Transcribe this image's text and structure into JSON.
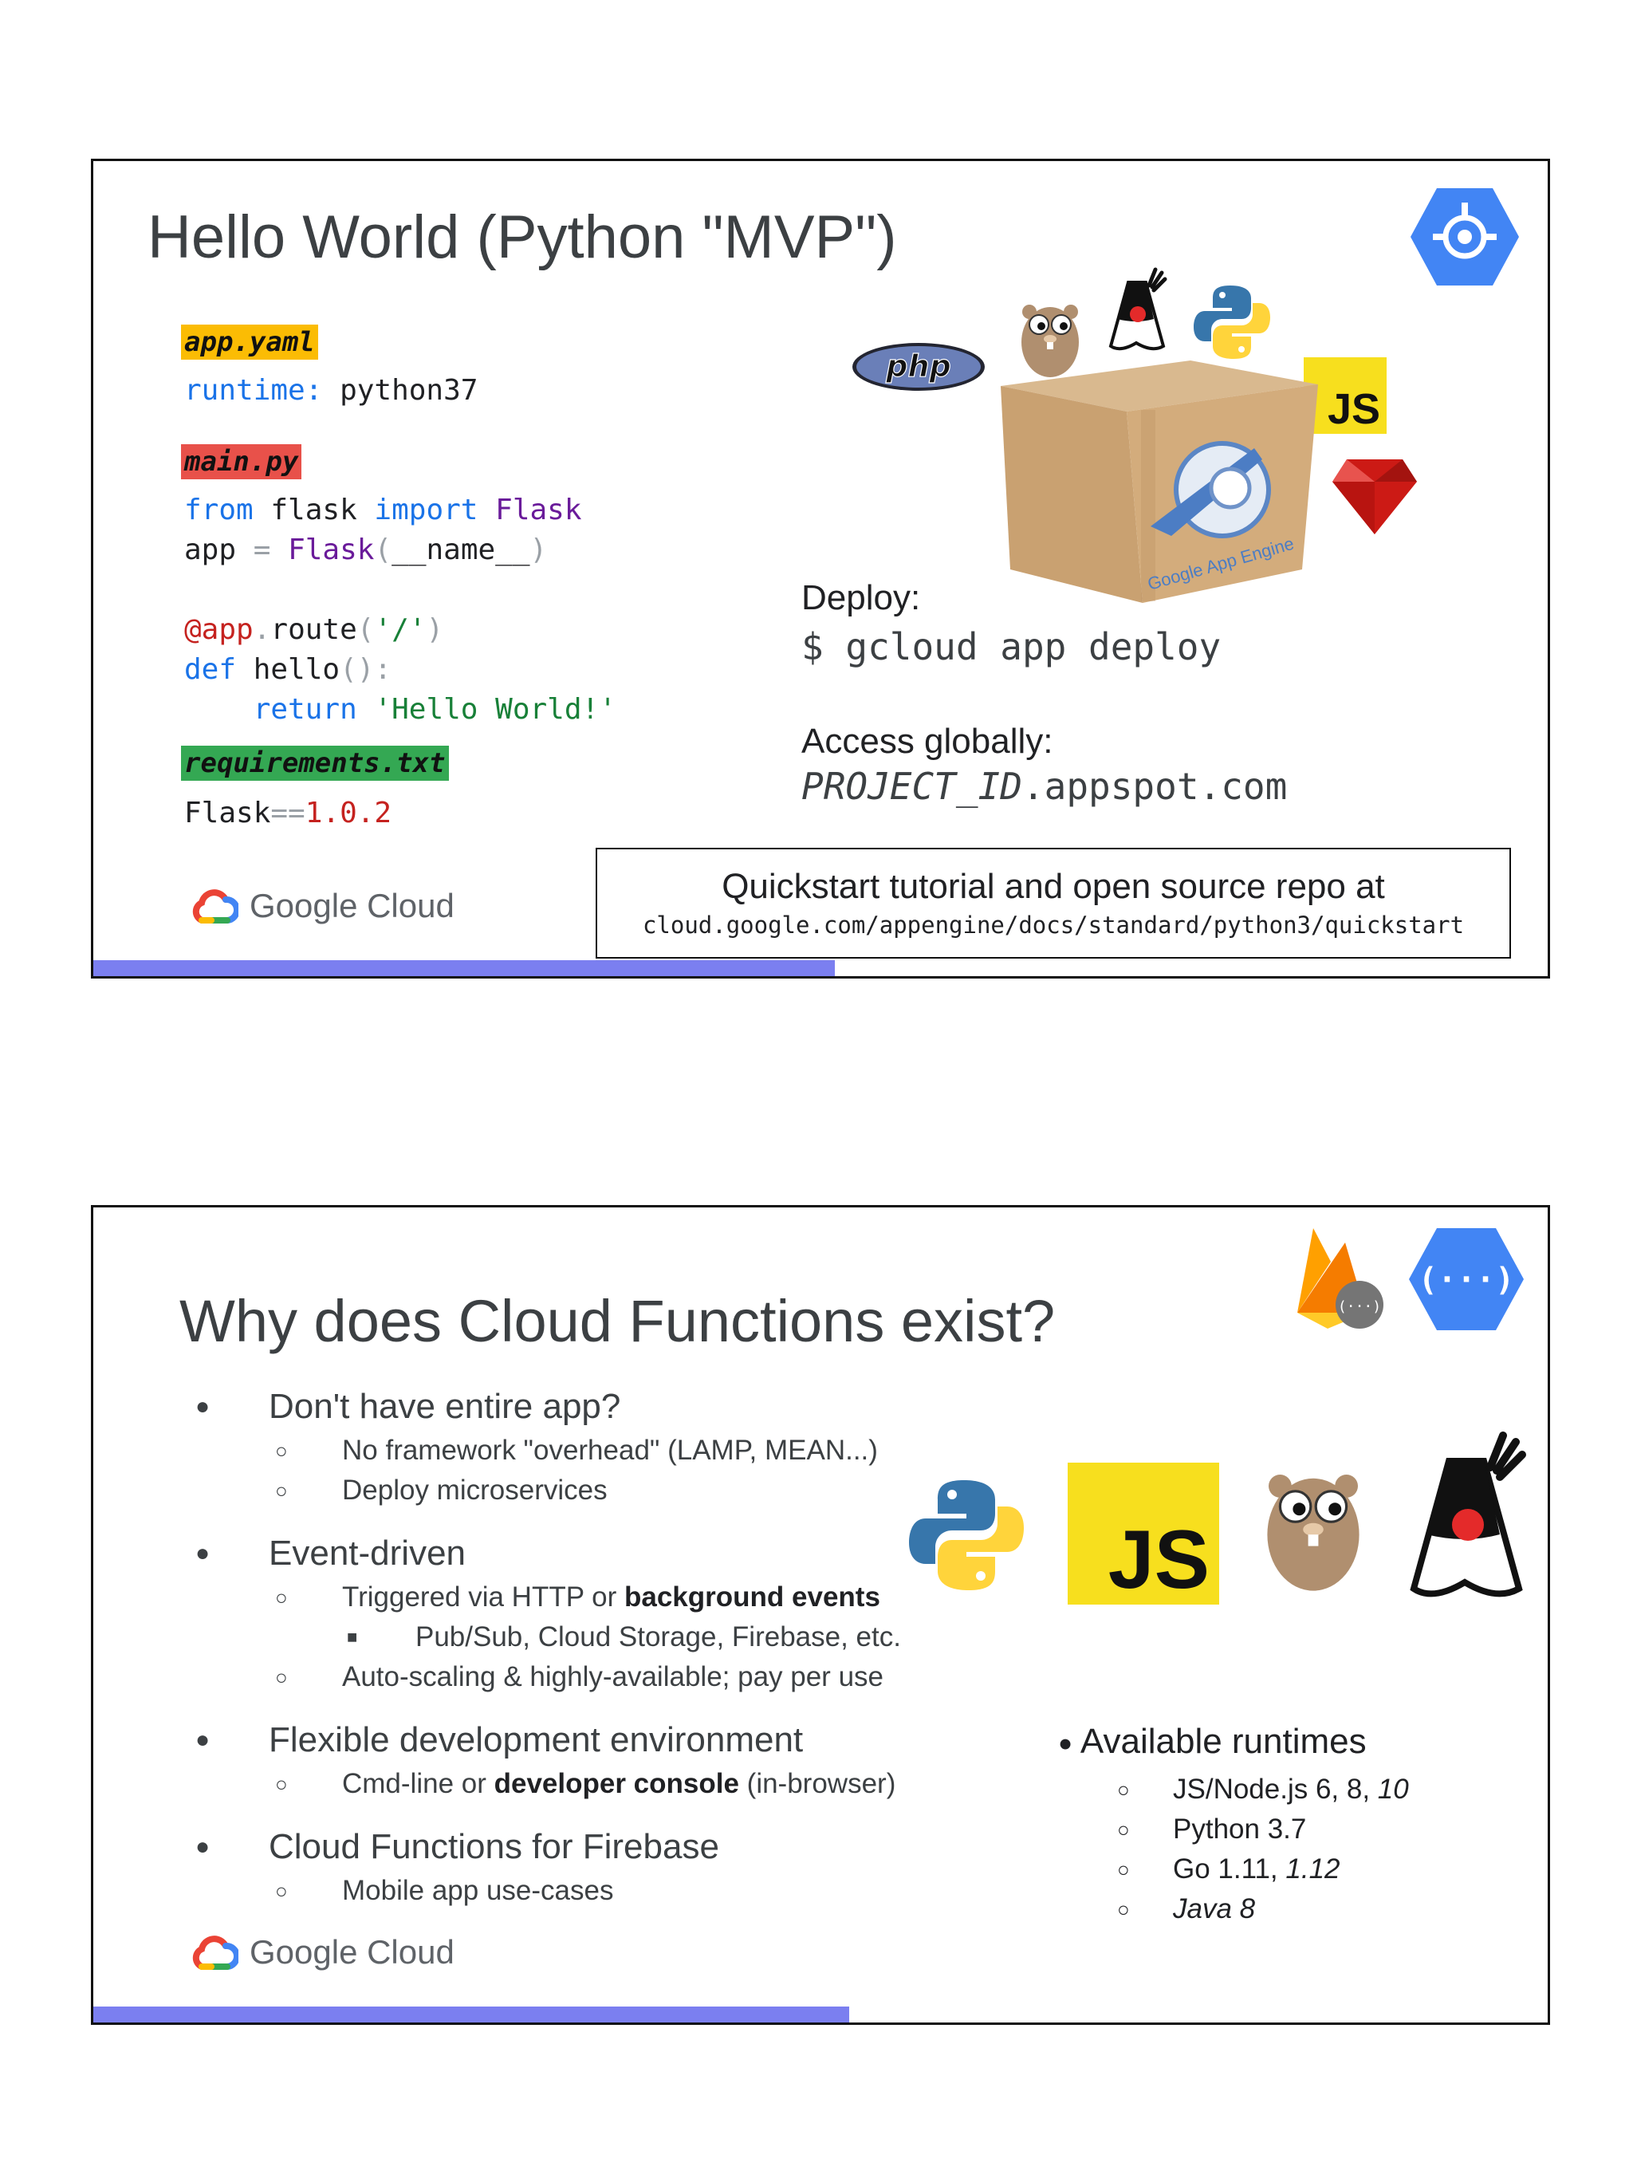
{
  "slide1": {
    "title": "Hello World (Python \"MVP\")",
    "app_yaml_label": "app.yaml",
    "app_yaml_code": [
      [
        {
          "t": "runtime:",
          "c": "kw"
        },
        {
          "t": " python37",
          "c": ""
        }
      ]
    ],
    "main_py_label": "main.py",
    "main_py_code": [
      [
        {
          "t": "from",
          "c": "kw"
        },
        {
          "t": " flask ",
          "c": ""
        },
        {
          "t": "import",
          "c": "kw"
        },
        {
          "t": " ",
          "c": ""
        },
        {
          "t": "Flask",
          "c": "cls"
        }
      ],
      [
        {
          "t": "app ",
          "c": ""
        },
        {
          "t": "=",
          "c": "pun"
        },
        {
          "t": " ",
          "c": ""
        },
        {
          "t": "Flask",
          "c": "cls"
        },
        {
          "t": "(",
          "c": "pun"
        },
        {
          "t": "__name__",
          "c": ""
        },
        {
          "t": ")",
          "c": "pun"
        }
      ],
      [
        {
          "t": "",
          "c": ""
        }
      ],
      [
        {
          "t": "@app",
          "c": "dec"
        },
        {
          "t": ".",
          "c": "pun"
        },
        {
          "t": "route",
          "c": ""
        },
        {
          "t": "(",
          "c": "pun"
        },
        {
          "t": "'/'",
          "c": "str"
        },
        {
          "t": ")",
          "c": "pun"
        }
      ],
      [
        {
          "t": "def",
          "c": "kw"
        },
        {
          "t": " hello",
          "c": ""
        },
        {
          "t": "():",
          "c": "pun"
        }
      ],
      [
        {
          "t": "    ",
          "c": ""
        },
        {
          "t": "return",
          "c": "kw"
        },
        {
          "t": " ",
          "c": ""
        },
        {
          "t": "'Hello World!'",
          "c": "str"
        }
      ]
    ],
    "requirements_label": "requirements.txt",
    "requirements_code": [
      [
        {
          "t": "Flask",
          "c": ""
        },
        {
          "t": "==",
          "c": "pun"
        },
        {
          "t": "1.0.2",
          "c": "num"
        }
      ]
    ],
    "deploy_label": "Deploy:",
    "deploy_cmd": "$ gcloud app deploy",
    "access_label": "Access globally:",
    "access_project": "PROJECT_ID",
    "access_domain": ".appspot.com",
    "quickstart_title": "Quickstart tutorial and open source repo at",
    "quickstart_url": "cloud.google.com/appengine/docs/standard/python3/quickstart",
    "brand": "Google Cloud",
    "php_logo": "php",
    "js_logo": "JS",
    "box_label": "Google App Engine",
    "progress": 0.51
  },
  "slide2": {
    "title": "Why does Cloud Functions exist?",
    "bullets": [
      {
        "level": 1,
        "parts": [
          {
            "t": "Don't have entire app?"
          }
        ]
      },
      {
        "level": 2,
        "parts": [
          {
            "t": "No framework \"overhead\" (LAMP, MEAN...)"
          }
        ]
      },
      {
        "level": 2,
        "parts": [
          {
            "t": "Deploy microservices"
          }
        ]
      },
      {
        "level": 0
      },
      {
        "level": 1,
        "parts": [
          {
            "t": "Event-driven"
          }
        ]
      },
      {
        "level": 2,
        "parts": [
          {
            "t": "Triggered via HTTP or "
          },
          {
            "t": "background events",
            "b": true
          }
        ]
      },
      {
        "level": 3,
        "parts": [
          {
            "t": "Pub/Sub, Cloud Storage, Firebase, etc."
          }
        ]
      },
      {
        "level": 2,
        "parts": [
          {
            "t": "Auto-scaling & highly-available; pay per use"
          }
        ]
      },
      {
        "level": 0
      },
      {
        "level": 1,
        "parts": [
          {
            "t": "Flexible development environment"
          }
        ]
      },
      {
        "level": 2,
        "parts": [
          {
            "t": "Cmd-line or "
          },
          {
            "t": "developer console",
            "b": true
          },
          {
            "t": " (in-browser)"
          }
        ]
      },
      {
        "level": 0
      },
      {
        "level": 1,
        "parts": [
          {
            "t": "Cloud Functions for Firebase"
          }
        ]
      },
      {
        "level": 2,
        "parts": [
          {
            "t": "Mobile app use-cases"
          }
        ]
      }
    ],
    "runtimes_title": "Available runtimes",
    "runtimes": [
      [
        {
          "t": "JS/Node.js 6, 8, "
        },
        {
          "t": "10",
          "i": true
        }
      ],
      [
        {
          "t": "Python 3.7"
        }
      ],
      [
        {
          "t": "Go 1.11, "
        },
        {
          "t": "1.12",
          "i": true
        }
      ],
      [
        {
          "t": "Java 8",
          "i": true
        }
      ]
    ],
    "js_logo": "JS",
    "firebase_badge": "(···)",
    "functions_badge": "(···)",
    "brand": "Google Cloud",
    "progress": 0.52
  }
}
